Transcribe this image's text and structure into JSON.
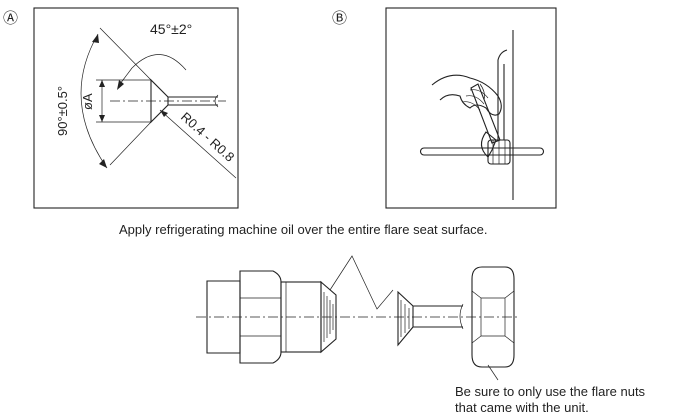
{
  "panel_a": {
    "marker": "Ⓐ",
    "angle_flare": "45°±2°",
    "angle_total": "90°±0.5°",
    "diameter": "øA",
    "radius": "R0.4 - R0.8"
  },
  "panel_b": {
    "marker": "Ⓑ"
  },
  "caption_oil": "Apply refrigerating machine oil over the entire flare seat surface.",
  "note_nuts": {
    "line1": "Be sure to only use the flare nuts",
    "line2": "that came with the unit."
  },
  "colors": {
    "ink": "#222222",
    "background": "#ffffff"
  }
}
